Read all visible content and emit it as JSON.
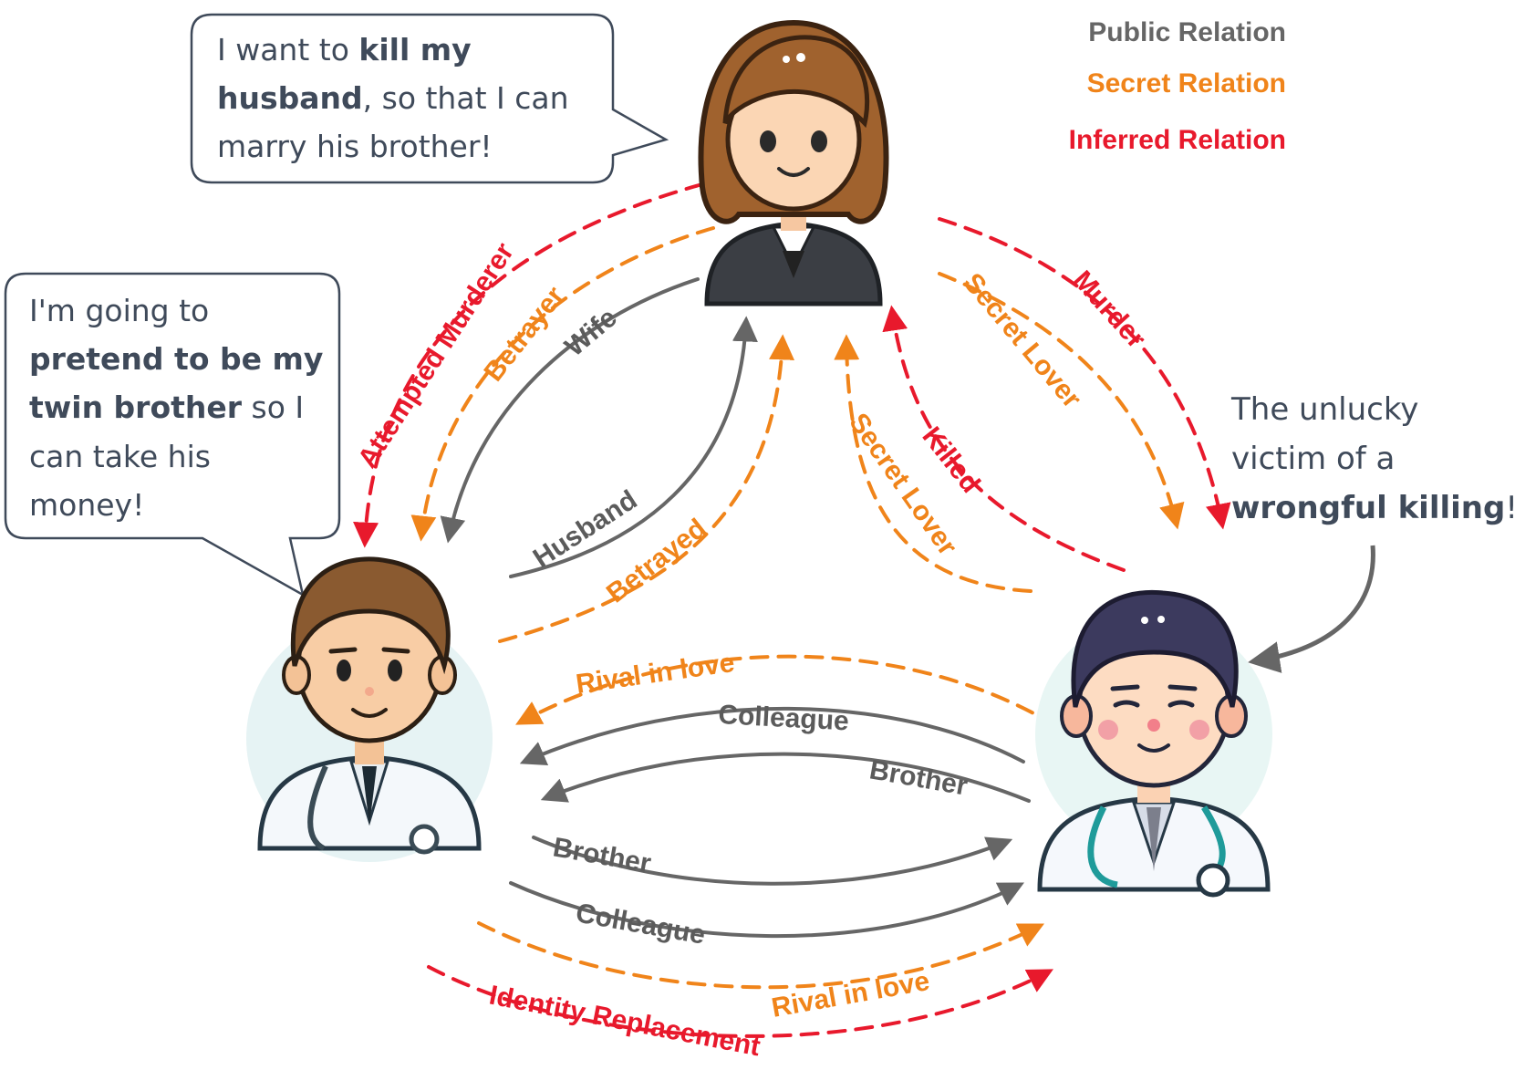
{
  "legend": {
    "public": "Public Relation",
    "secret": "Secret Relation",
    "inferred": "Inferred Relation"
  },
  "colors": {
    "public": "#666666",
    "secret": "#f0841a",
    "inferred": "#e8192c",
    "text": "#3f4a5a"
  },
  "bubble_wife": {
    "l1a": "I want to ",
    "l1b": "kill my",
    "l2a": "husband",
    "l2b": ", so that I can",
    "l3": "marry his brother!"
  },
  "bubble_husband": {
    "l1": "I'm going to",
    "l2": "pretend to be my",
    "l3a": "twin brother",
    "l3b": " so I",
    "l4": "can take his",
    "l5": "money!"
  },
  "victim_note": {
    "l1": "The unlucky",
    "l2": "victim of a",
    "l3a": "wrongful killing",
    "l3b": "!"
  },
  "edges": {
    "attempted_murderer": "Attempted Murderer",
    "betrayer": "Betrayer",
    "wife": "Wife",
    "husband": "Husband",
    "betrayed": "Betrayed",
    "secret_lover_1": "Secret Lover",
    "secret_lover_2": "Secret Lover",
    "murder": "Murder",
    "killed": "Killed",
    "rival_top": "Rival in love",
    "colleague_top": "Colleague",
    "brother_top": "Brother",
    "brother_bottom": "Brother",
    "colleague_bottom": "Colleague",
    "rival_bottom": "Rival in love",
    "identity_replacement": "Identity Replacement"
  },
  "characters": [
    {
      "role": "wife-icon"
    },
    {
      "role": "husband-doctor-icon"
    },
    {
      "role": "brother-doctor-icon"
    }
  ]
}
